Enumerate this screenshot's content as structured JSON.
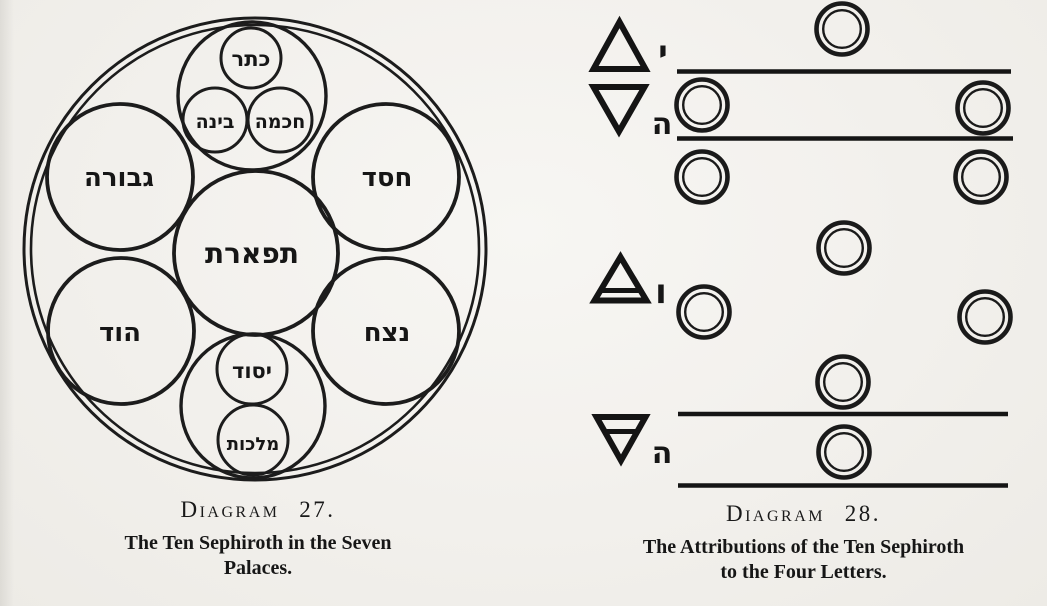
{
  "page": {
    "paper_color": "#f2f0ec",
    "ink_color": "#1a1a1a"
  },
  "diagram27": {
    "caption": {
      "title": "Diagram 27.",
      "line1": "The Ten Sephiroth in the Seven",
      "line2": "Palaces."
    },
    "sephiroth": {
      "kether": "כתר",
      "chokmah": "חכמה",
      "binah": "בינה",
      "chesed": "חסד",
      "geburah": "גבורה",
      "tiphareth": "תפארת",
      "netzach": "נצח",
      "hod": "הוד",
      "yesod": "יסוד",
      "malkuth": "מלכות"
    }
  },
  "diagram28": {
    "caption": {
      "title": "Diagram 28.",
      "line1": "The Attributions of the Ten Sephiroth",
      "line2": "to the Four Letters."
    },
    "letters": {
      "yod": "י",
      "he_first": "ה",
      "vav": "ו",
      "he_final": "ה"
    },
    "element_symbols": [
      "fire-triangle",
      "water-triangle",
      "air-triangle",
      "earth-triangle"
    ],
    "circle_count": 10,
    "division_line_count": 4
  }
}
